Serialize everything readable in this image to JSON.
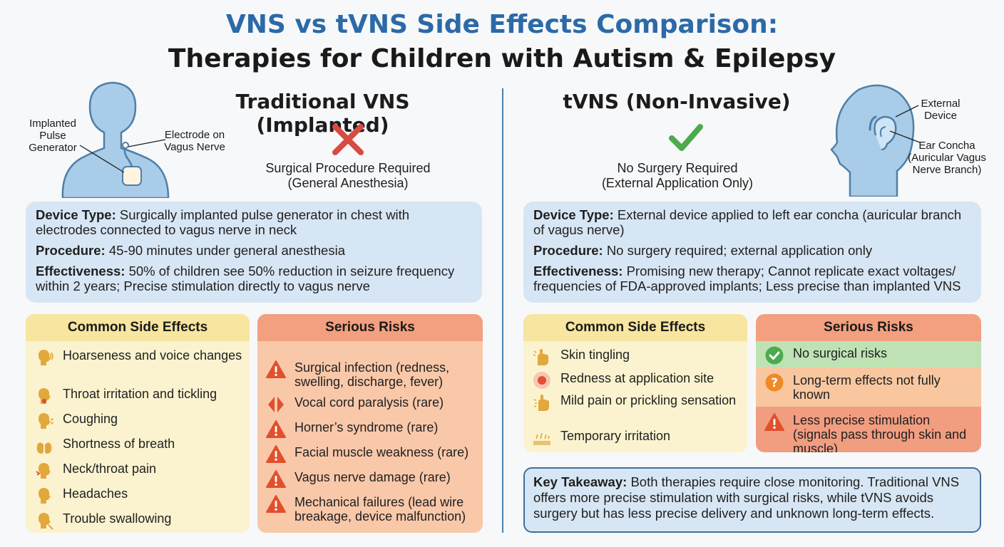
{
  "title": {
    "line1": "VNS vs tVNS Side Effects Comparison:",
    "line2": "Therapies for Children with Autism & Epilepsy"
  },
  "colors": {
    "title_blue": "#2c6aa7",
    "info_blue": "#d7e6f4",
    "yellow_card": "#fbf3cf",
    "yellow_header": "#f7e5a0",
    "red_card": "#f9c8a9",
    "red_header": "#f2a07f",
    "x_red": "#d84a43",
    "check_green": "#4daa4d",
    "warning_red": "#e0502d",
    "question_orange": "#f08a24"
  },
  "vns": {
    "heading": "Traditional VNS (Implanted)",
    "diagram": {
      "label_generator": "Implanted Pulse Generator",
      "label_electrode": "Electrode on Vagus Nerve"
    },
    "status_icon": "x-icon",
    "status_text_1": "Surgical Procedure Required",
    "status_text_2": "(General Anesthesia)",
    "info": {
      "device_type_label": "Device Type:",
      "device_type_value": "Surgically implanted pulse generator in chest with electrodes connected to vagus nerve in neck",
      "procedure_label": "Procedure:",
      "procedure_value": "45-90 minutes under general anesthesia",
      "effectiveness_label": "Effectiveness:",
      "effectiveness_value": "50% of children see 50% reduction in seizure frequency within 2 years; Precise stimulation directly to vagus nerve"
    },
    "common": {
      "header": "Common Side Effects",
      "items": [
        {
          "icon": "voice-head-icon",
          "text": "Hoarseness and voice changes"
        },
        {
          "icon": "throat-icon",
          "text": "Throat irritation and tickling"
        },
        {
          "icon": "cough-icon",
          "text": "Coughing"
        },
        {
          "icon": "lungs-icon",
          "text": "Shortness of breath"
        },
        {
          "icon": "neck-pain-icon",
          "text": "Neck/throat pain"
        },
        {
          "icon": "head-icon",
          "text": "Headaches"
        },
        {
          "icon": "swallow-icon",
          "text": "Trouble swallowing"
        }
      ]
    },
    "serious": {
      "header": "Serious Risks",
      "items": [
        {
          "icon": "warning-icon",
          "text": "Surgical infection (redness, swelling, discharge, fever)"
        },
        {
          "icon": "vocal-cord-icon",
          "text": "Vocal cord paralysis (rare)"
        },
        {
          "icon": "warning-icon",
          "text": "Horner’s syndrome (rare)"
        },
        {
          "icon": "warning-icon",
          "text": "Facial muscle weakness (rare)"
        },
        {
          "icon": "warning-icon",
          "text": "Vagus nerve damage (rare)"
        },
        {
          "icon": "warning-icon",
          "text": "Mechanical failures (lead wire breakage, device malfunction)"
        }
      ]
    }
  },
  "tvns": {
    "heading": "tVNS (Non-Invasive)",
    "diagram": {
      "label_device": "External Device",
      "label_ear": "Ear Concha (Auricular Vagus Nerve Branch)"
    },
    "status_icon": "check-icon",
    "status_text_1": "No Surgery Required",
    "status_text_2": "(External Application Only)",
    "info": {
      "device_type_label": "Device Type:",
      "device_type_value": "External device applied to left ear concha (auricular branch of vagus nerve)",
      "procedure_label": "Procedure:",
      "procedure_value": "No surgery required; external application only",
      "effectiveness_label": "Effectiveness:",
      "effectiveness_value": "Promising new therapy; Cannot replicate exact voltages/ frequencies of FDA-approved implants; Less precise than implanted VNS"
    },
    "common": {
      "header": "Common Side Effects",
      "items": [
        {
          "icon": "hand-tingle-icon",
          "text": "Skin tingling"
        },
        {
          "icon": "redness-icon",
          "text": "Redness at application site"
        },
        {
          "icon": "hand-pain-icon",
          "text": "Mild pain or prickling sensation"
        },
        {
          "icon": "skin-irritation-icon",
          "text": "Temporary irritation"
        }
      ]
    },
    "serious": {
      "header": "Serious Risks",
      "items": [
        {
          "icon": "check-circle-icon",
          "text": "No surgical risks"
        },
        {
          "icon": "question-icon",
          "text": "Long-term effects not fully known"
        },
        {
          "icon": "warning-icon",
          "text": "Less precise stimulation (signals pass through skin and muscle)"
        }
      ]
    }
  },
  "takeaway": {
    "label": "Key Takeaway:",
    "text": "Both therapies require close monitoring. Traditional VNS offers more precise stimulation with surgical risks, while tVNS avoids surgery but has less precise delivery and unknown long-term effects."
  }
}
